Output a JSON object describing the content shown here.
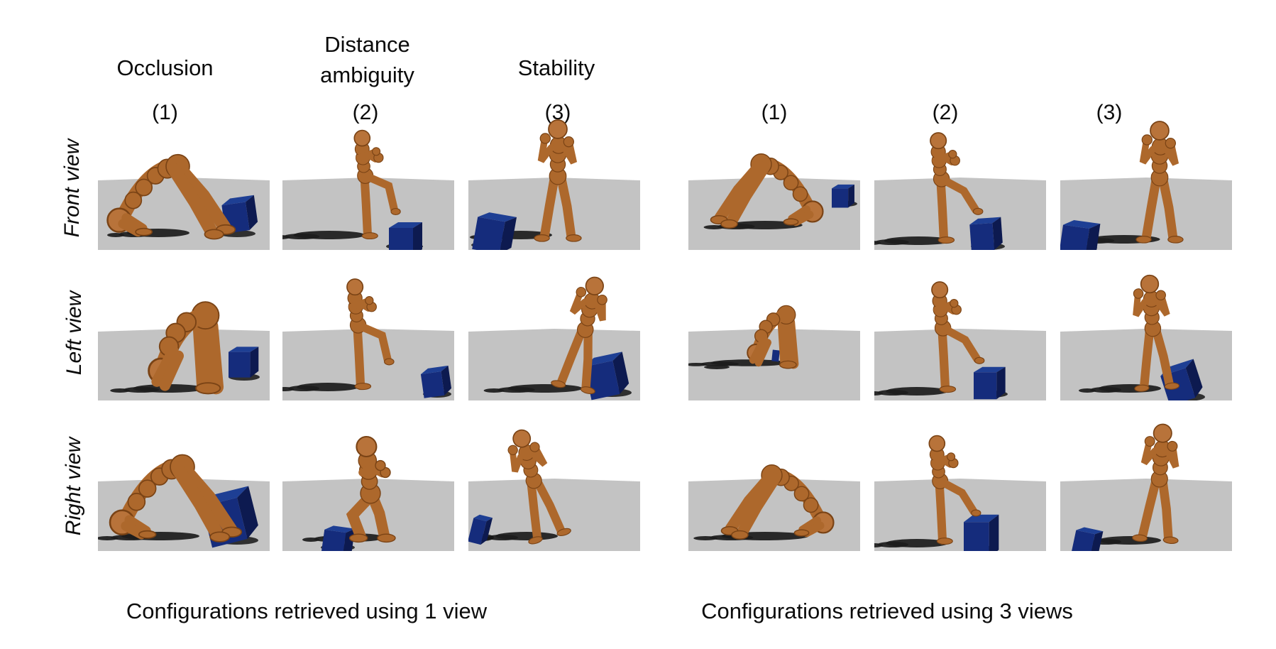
{
  "figure": {
    "headers": {
      "left_columns": [
        {
          "condition_lines": [
            "Occlusion"
          ],
          "number": "(1)"
        },
        {
          "condition_lines": [
            "Distance",
            "ambiguity"
          ],
          "number": "(2)"
        },
        {
          "condition_lines": [
            "Stability"
          ],
          "number": "(3)"
        }
      ],
      "right_columns": [
        {
          "number": "(1)"
        },
        {
          "number": "(2)"
        },
        {
          "number": "(3)"
        }
      ]
    },
    "rows": [
      {
        "label": "Front view"
      },
      {
        "label": "Left view"
      },
      {
        "label": "Right view"
      }
    ],
    "captions": {
      "left": "Configurations retrieved using 1 view",
      "right": "Configurations retrieved using 3 views"
    },
    "colors": {
      "background": "#ffffff",
      "ground_gray": "#c3c3c3",
      "humanoid_body": "#ad682c",
      "humanoid_head": "#b8733a",
      "humanoid_outline": "#7a4315",
      "box_top": "#1e3f94",
      "box_front": "#152c7c",
      "box_side": "#0d1a50",
      "shadow": "#1c1c1c",
      "text": "#0b0b0b"
    },
    "cells": [
      {
        "group": "1 view",
        "view": "Front view",
        "column": "(1)",
        "condition": "Occlusion",
        "summary": "Front view (1) Occlusion: humanoid in bridge pose, head down at left, blue box on ground at right"
      },
      {
        "group": "1 view",
        "view": "Front view",
        "column": "(2)",
        "condition": "Distance ambiguity",
        "summary": "Front view (2) Distance ambiguity: humanoid standing on one leg, knee raised, arms crossed, blue box at lower right"
      },
      {
        "group": "1 view",
        "view": "Front view",
        "column": "(3)",
        "condition": "Stability",
        "summary": "Front view (3) Stability: humanoid standing with fists raised, blue box clipped at lower left"
      },
      {
        "group": "1 view",
        "view": "Left view",
        "column": "(1)",
        "condition": "Occlusion",
        "summary": "Left view (1) Occlusion: humanoid folded forward with hands on ground, blue box at right"
      },
      {
        "group": "1 view",
        "view": "Left view",
        "column": "(2)",
        "condition": "Distance ambiguity",
        "summary": "Left view (2) Distance ambiguity: humanoid on one leg with shin swept back, blue box at lower right"
      },
      {
        "group": "1 view",
        "view": "Left view",
        "column": "(3)",
        "condition": "Stability",
        "summary": "Left view (3) Stability: humanoid leaning forward with arms crossed, tilted blue box at lower right"
      },
      {
        "group": "1 view",
        "view": "Right view",
        "column": "(1)",
        "condition": "Occlusion",
        "summary": "Right view (1) Occlusion: humanoid in bridge pose, large tilted blue box at right"
      },
      {
        "group": "1 view",
        "view": "Right view",
        "column": "(2)",
        "condition": "Distance ambiguity",
        "summary": "Right view (2) Distance ambiguity: humanoid squatting with arms crossed, blue box at lower left"
      },
      {
        "group": "1 view",
        "view": "Right view",
        "column": "(3)",
        "condition": "Stability",
        "summary": "Right view (3) Stability: humanoid leaning left with fists raised, narrow blue box at left edge"
      },
      {
        "group": "3 views",
        "view": "Front view",
        "column": "(1)",
        "condition": "",
        "summary": "Front view (1): humanoid in bridge pose, head down at right, small blue box near horizon right"
      },
      {
        "group": "3 views",
        "view": "Front view",
        "column": "(2)",
        "condition": "",
        "summary": "Front view (2): humanoid stepping with foot onto blue box at lower right"
      },
      {
        "group": "3 views",
        "view": "Front view",
        "column": "(3)",
        "condition": "",
        "summary": "Front view (3): humanoid standing with fists raised, blue box clipped at lower left"
      },
      {
        "group": "3 views",
        "view": "Left view",
        "column": "(1)",
        "condition": "",
        "summary": "Left view (1): humanoid tightly folded forward near horizon"
      },
      {
        "group": "3 views",
        "view": "Left view",
        "column": "(2)",
        "condition": "",
        "summary": "Left view (2): humanoid stepping with foot onto blue box at right"
      },
      {
        "group": "3 views",
        "view": "Left view",
        "column": "(3)",
        "condition": "",
        "summary": "Left view (3): humanoid standing with arms crossed, tilted blue box at feet lower right"
      },
      {
        "group": "3 views",
        "view": "Right view",
        "column": "(1)",
        "condition": "",
        "summary": "Right view (1): humanoid in low bridge pose, no box"
      },
      {
        "group": "3 views",
        "view": "Right view",
        "column": "(2)",
        "condition": "",
        "summary": "Right view (2): humanoid stepping onto tall blue box at lower right"
      },
      {
        "group": "3 views",
        "view": "Right view",
        "column": "(3)",
        "condition": "",
        "summary": "Right view (3): humanoid standing with fists raised, small blue box at lower left"
      }
    ]
  }
}
